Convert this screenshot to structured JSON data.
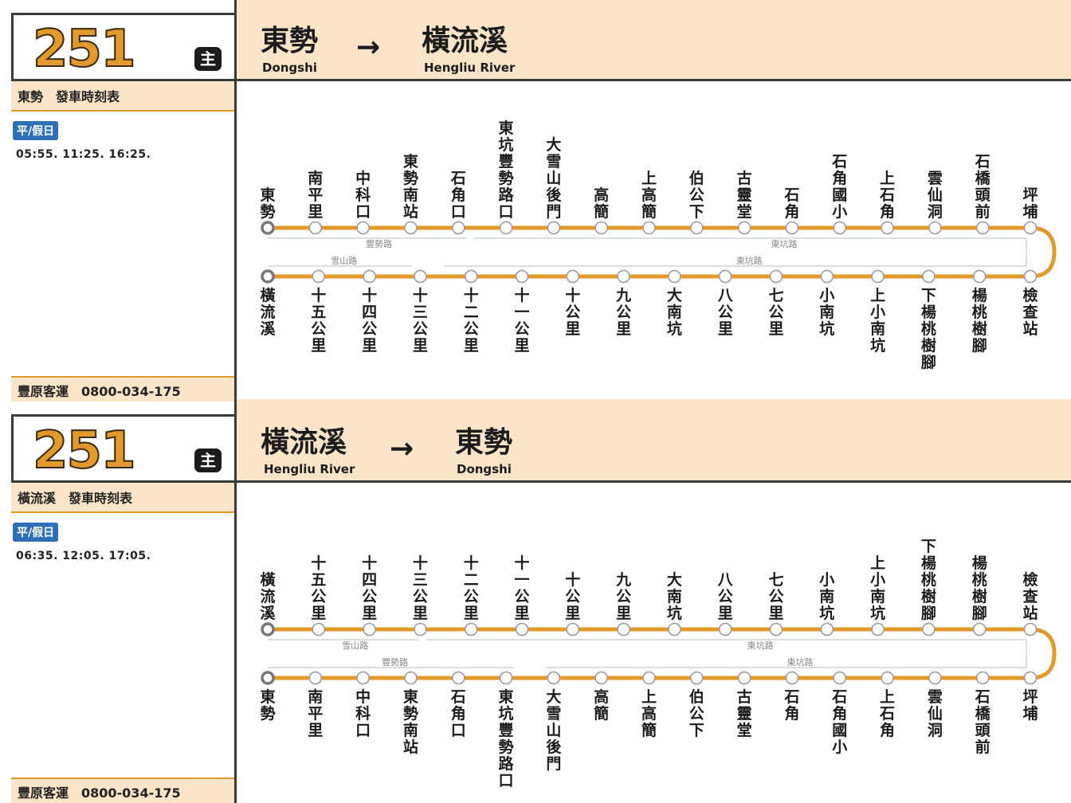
{
  "panels": [
    {
      "route_number": "251",
      "badge": "主",
      "schedule_title": "東勢　發車時刻表",
      "day_type": "平/假日",
      "departure_times": "05:55. 11:25. 16:25.",
      "operator": "豐原客運　0800-034-175",
      "from_name": "東勢",
      "from_en": "Dongshi",
      "arrow": "→",
      "to_name": "橫流溪",
      "to_en": "Hengliu River",
      "top_stops": [
        "東勢",
        "南平里",
        "中科口",
        "東勢南站",
        "石角口",
        "東坑豐勢路口",
        "大雪山後門",
        "高簡",
        "上高簡",
        "伯公下",
        "古靈堂",
        "石角",
        "石角國小",
        "上石角",
        "雲仙洞",
        "石橋頭前",
        "坪埔"
      ],
      "bottom_stops": [
        "橫流溪",
        "十五公里",
        "十四公里",
        "十三公里",
        "十二公里",
        "十一公里",
        "十公里",
        "九公里",
        "大南坑",
        "八公里",
        "七公里",
        "小南坑",
        "上小南坑",
        "下楊桃樹腳",
        "楊桃樹腳",
        "檢查站"
      ],
      "road_labels": {
        "upper_left": "豐勢路",
        "upper_right": "東坑路",
        "lower_left": "雪山路",
        "lower_right": "東坑路"
      }
    },
    {
      "route_number": "251",
      "badge": "主",
      "schedule_title": "橫流溪　發車時刻表",
      "day_type": "平/假日",
      "departure_times": "06:35. 12:05. 17:05.",
      "operator": "豐原客運　0800-034-175",
      "from_name": "橫流溪",
      "from_en": "Hengliu River",
      "arrow": "→",
      "to_name": "東勢",
      "to_en": "Dongshi",
      "top_stops": [
        "橫流溪",
        "十五公里",
        "十四公里",
        "十三公里",
        "十二公里",
        "十一公里",
        "十公里",
        "九公里",
        "大南坑",
        "八公里",
        "七公里",
        "小南坑",
        "上小南坑",
        "下楊桃樹腳",
        "楊桃樹腳",
        "檢查站"
      ],
      "bottom_stops": [
        "東勢",
        "南平里",
        "中科口",
        "東勢南站",
        "石角口",
        "東坑豐勢路口",
        "大雪山後門",
        "高簡",
        "上高簡",
        "伯公下",
        "古靈堂",
        "石角",
        "石角國小",
        "上石角",
        "雲仙洞",
        "石橋頭前",
        "坪埔"
      ],
      "road_labels": {
        "upper_left": "雪山路",
        "upper_right": "東坑路",
        "lower_left": "豐勢路",
        "lower_right": "東坑路"
      }
    }
  ],
  "colors": {
    "route_line": "#e39a2d",
    "header_bg": "#fae5c8",
    "badge_bg": "#1c1c1c",
    "day_tag_bg": "#2f6fb8"
  }
}
